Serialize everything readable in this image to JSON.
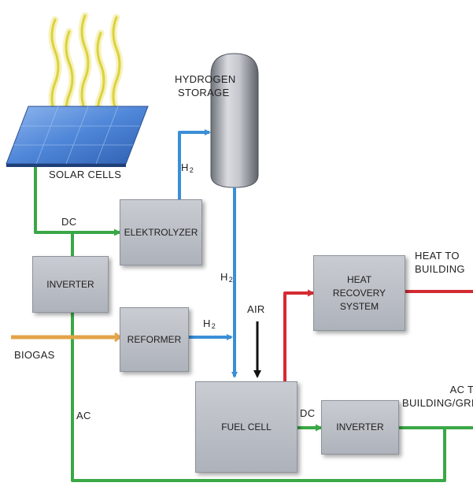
{
  "labels": {
    "hydrogen_storage": [
      "HYDROGEN",
      "STORAGE"
    ],
    "solar_cells": "SOLAR CELLS",
    "dc_top": "DC",
    "dc_fuel": "DC",
    "ac": "AC",
    "biogas": "BIOGAS",
    "air": "AIR",
    "h2_electrolyzer": "H",
    "h2_storage_down": "H",
    "h2_reformer": "H",
    "h2_subscript": "2",
    "heat_to_building": [
      "HEAT TO",
      "BUILDING"
    ],
    "ac_to_building": [
      "AC TO",
      "BUILDING/GRID"
    ]
  },
  "boxes": {
    "elektrolyzer": "ELEKTROLYZER",
    "inverter_left": "INVERTER",
    "reformer": "REFORMER",
    "heat_recovery": [
      "HEAT",
      "RECOVERY",
      "SYSTEM"
    ],
    "fuel_cell": "FUEL CELL",
    "inverter_right": "INVERTER"
  },
  "colors": {
    "dc_ac_line": "#3aa845",
    "h2_line": "#3a8fd6",
    "heat_line": "#d42a32",
    "biogas_line": "#e3a44a",
    "air_arrow": "#111111",
    "sun_ray": "#e6e05a",
    "solar_panel": "#4f86d8"
  }
}
